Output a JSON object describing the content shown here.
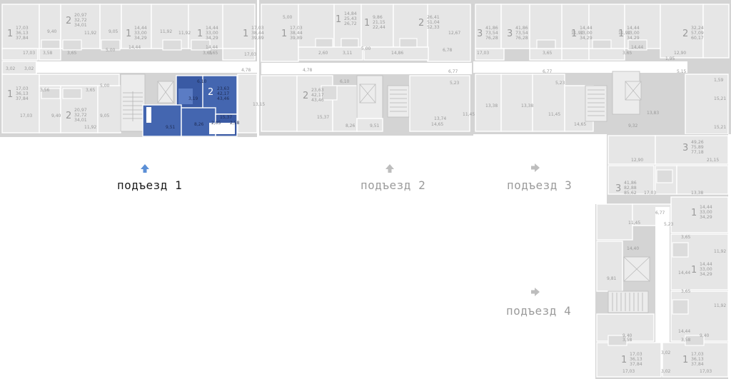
{
  "entrances": [
    {
      "label": "подъезд 1",
      "active": true
    },
    {
      "label": "подъезд 2",
      "active": false
    },
    {
      "label": "подъезд 3",
      "active": false
    },
    {
      "label": "подъезд 4",
      "active": false
    }
  ],
  "selected_apartment": {
    "rooms": "2",
    "living": "23,63",
    "total": "42,17",
    "total_with_balcony": "43,46"
  },
  "colors": {
    "selected": "#4466b0",
    "active_arrow": "#5b8fd6",
    "inactive_arrow": "#bdbdbd"
  },
  "apartments": [
    {
      "rooms": "1",
      "stats": [
        "17,03",
        "36,13",
        "37,84"
      ]
    },
    {
      "rooms": "2",
      "stats": [
        "20,97",
        "32,72",
        "34,01"
      ]
    },
    {
      "rooms": "1",
      "stats": [
        "14,44",
        "33,00",
        "34,29"
      ]
    },
    {
      "rooms": "1",
      "stats": [
        "14,44",
        "33,00",
        "34,29"
      ]
    },
    {
      "rooms": "1",
      "stats": [
        "17,03",
        "38,44",
        "39,89"
      ]
    },
    {
      "rooms": "1",
      "stats": [
        "17,03",
        "36,13",
        "37,84"
      ]
    },
    {
      "rooms": "2",
      "stats": [
        "20,97",
        "32,72",
        "34,01"
      ]
    },
    {
      "rooms": "1",
      "stats": [
        "17,03",
        "38,44",
        "39,89"
      ]
    },
    {
      "rooms": "1",
      "stats": [
        "14,84",
        "25,43",
        "26,72"
      ]
    },
    {
      "rooms": "1",
      "stats": [
        "9,86",
        "21,15",
        "22,44"
      ]
    },
    {
      "rooms": "2",
      "stats": [
        "26,41",
        "51,04",
        "52,33"
      ]
    },
    {
      "rooms": "2",
      "stats": [
        "23,63",
        "42,17",
        "43,46"
      ]
    },
    {
      "rooms": "3",
      "stats": [
        "41,86",
        "73,54",
        "76,28"
      ]
    },
    {
      "rooms": "3",
      "stats": [
        "41,86",
        "73,54",
        "76,28"
      ]
    },
    {
      "rooms": "1",
      "stats": [
        "14,44",
        "33,00",
        "34,29"
      ]
    },
    {
      "rooms": "1",
      "stats": [
        "14,44",
        "33,00",
        "34,29"
      ]
    },
    {
      "rooms": "2",
      "stats": [
        "32,24",
        "57,09",
        "60,17"
      ]
    },
    {
      "rooms": "3",
      "stats": [
        "49,26",
        "75,89",
        "77,18"
      ]
    },
    {
      "rooms": "3",
      "stats": [
        "41,86",
        "82,88",
        "85,62"
      ]
    },
    {
      "rooms": "1",
      "stats": [
        "14,44",
        "33,00",
        "34,29"
      ]
    },
    {
      "rooms": "1",
      "stats": [
        "14,44",
        "33,00",
        "34,29"
      ]
    },
    {
      "rooms": "1",
      "stats": [
        "17,03",
        "36,13",
        "37,84"
      ]
    },
    {
      "rooms": "1",
      "stats": [
        "17,03",
        "36,13",
        "37,84"
      ]
    }
  ],
  "room_areas": [
    "9,40",
    "11,92",
    "9,05",
    "14,44",
    "11,92",
    "14,44",
    "17,03",
    "3,58",
    "3,65",
    "3,65",
    "5,00",
    "3,02",
    "3,02",
    "3,56",
    "3,65",
    "5,00",
    "9,40",
    "9,05",
    "17,03",
    "11,92",
    "4,78",
    "3,65",
    "11,92",
    "17,03",
    "5,00",
    "3,11",
    "5,00",
    "14,86",
    "12,67",
    "6,78",
    "4,78",
    "2,60",
    "6,10",
    "13,15",
    "15,37",
    "13,74",
    "5,23",
    "6,77",
    "11,45",
    "14,65",
    "13,38",
    "13,38",
    "8,26",
    "9,51",
    "11,92",
    "11,92",
    "14,44",
    "12,90",
    "17,03",
    "3,65",
    "3,65",
    "1,95",
    "5,15",
    "5,23",
    "6,77",
    "11,45",
    "14,65",
    "15,21",
    "15,21",
    "13,83",
    "9,32",
    "12,90",
    "21,15",
    "17,03",
    "13,38",
    "6,77",
    "11,45",
    "5,23",
    "14,40",
    "9,81",
    "3,65",
    "3,65",
    "14,44",
    "14,44",
    "11,92",
    "11,92",
    "9,40",
    "9,40",
    "3,58",
    "3,58",
    "3,02",
    "3,02",
    "17,03",
    "17,03",
    "6,10",
    "9,51",
    "8,26",
    "15,37",
    "3,19",
    "2,05",
    "2,58",
    "1,59"
  ]
}
